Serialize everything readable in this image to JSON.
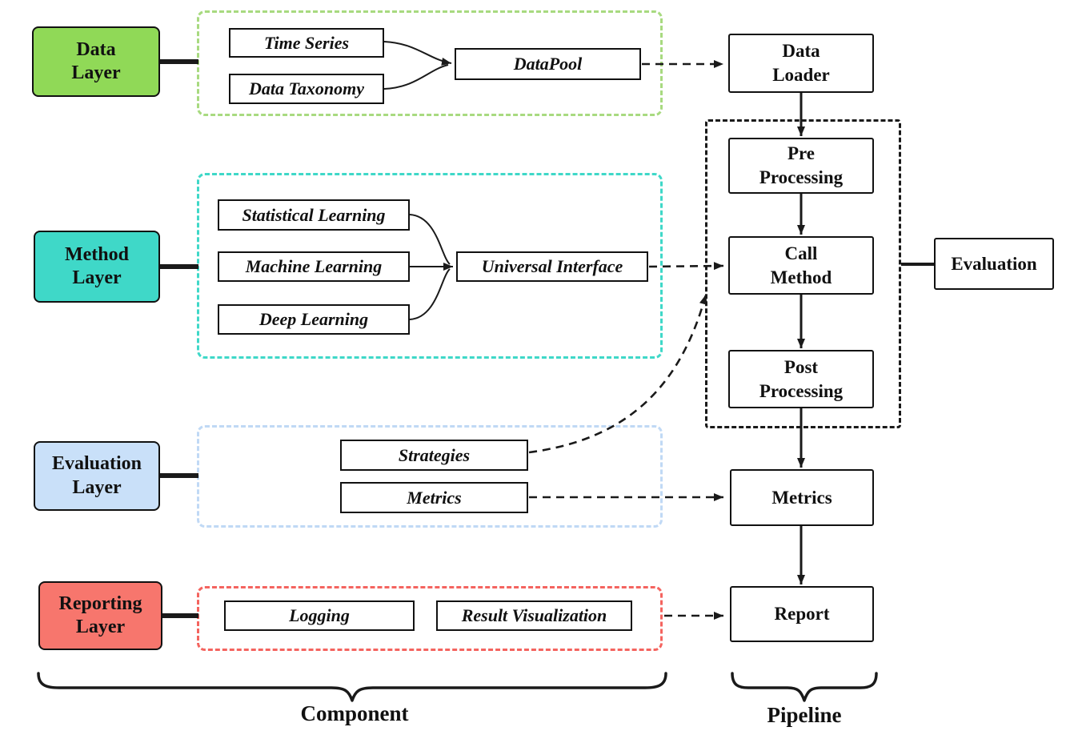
{
  "layers": [
    {
      "label": "Data\nLayer",
      "color": "#90d957"
    },
    {
      "label": "Method\nLayer",
      "color": "#3fd8c8"
    },
    {
      "label": "Evaluation\nLayer",
      "color": "#c9e0f9"
    },
    {
      "label": "Reporting\nLayer",
      "color": "#f7766d"
    }
  ],
  "groups": {
    "data": {
      "border_color": "#a8da80",
      "time_series": "Time Series",
      "data_taxonomy": "Data Taxonomy",
      "datapool": "DataPool"
    },
    "method": {
      "border_color": "#3fd8c8",
      "statistical_learning": "Statistical Learning",
      "machine_learning": "Machine Learning",
      "deep_learning": "Deep Learning",
      "universal_interface": "Universal Interface"
    },
    "evaluation": {
      "border_color": "#c0d9f5",
      "strategies": "Strategies",
      "metrics": "Metrics"
    },
    "reporting": {
      "border_color": "#f4645f",
      "logging": "Logging",
      "result_visualization": "Result Visualization"
    }
  },
  "pipeline": {
    "data_loader": "Data\nLoader",
    "pre_processing": "Pre\nProcessing",
    "call_method": "Call\nMethod",
    "post_processing": "Post\nProcessing",
    "metrics": "Metrics",
    "report": "Report",
    "evaluation": "Evaluation"
  },
  "footer": {
    "component_label": "Component",
    "pipeline_label": "Pipeline"
  },
  "line_color": "#1a1a1a"
}
